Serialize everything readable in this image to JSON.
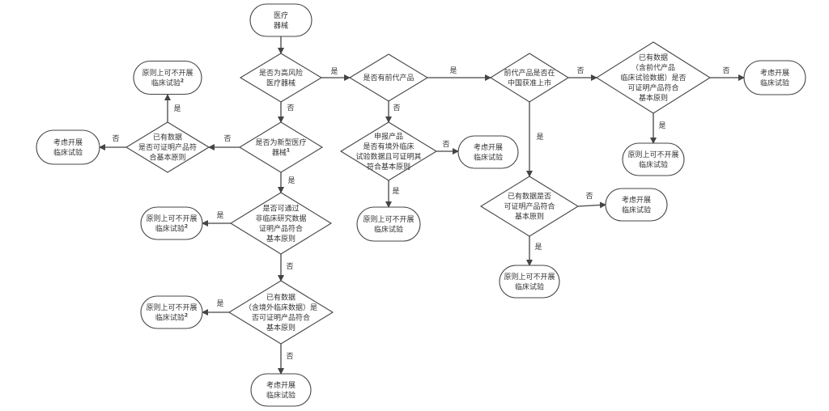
{
  "labels": {
    "yes": "是",
    "no": "否"
  },
  "nodes": {
    "start": {
      "lines": [
        "医疗",
        "器械"
      ]
    },
    "high_risk": {
      "lines": [
        "是否为高风险",
        "医疗器械"
      ]
    },
    "novel": {
      "lines": [
        "是否为新型医疗",
        "器械"
      ],
      "sup": "1"
    },
    "existing_data_left": {
      "lines": [
        "已有数据",
        "是否可证明产品符",
        "合基本原则"
      ]
    },
    "no_trial_left_top": {
      "lines": [
        "原则上可不开展",
        "临床试验"
      ],
      "sup": "2"
    },
    "trial_left": {
      "lines": [
        "考虑开展",
        "临床试验"
      ]
    },
    "nonclinical": {
      "lines": [
        "是否可通过",
        "非临床研究数据",
        "证明产品符合",
        "基本原则"
      ]
    },
    "no_trial_nonclinical": {
      "lines": [
        "原则上可不开展",
        "临床试验"
      ],
      "sup": "2"
    },
    "overseas_data": {
      "lines": [
        "已有数据",
        "（含境外临床数据）是",
        "否可证明产品符合",
        "基本原则"
      ]
    },
    "no_trial_overseas": {
      "lines": [
        "原则上可不开展",
        "临床试验"
      ],
      "sup": "2"
    },
    "trial_bottom": {
      "lines": [
        "考虑开展",
        "临床试验"
      ]
    },
    "predecessor": {
      "lines": [
        "是否有前代产品"
      ]
    },
    "declared_overseas": {
      "lines": [
        "申报产品",
        "是否有境外临床",
        "试验数据且可证明其",
        "符合基本原则"
      ]
    },
    "trial_declared": {
      "lines": [
        "考虑开展",
        "临床试验"
      ]
    },
    "no_trial_declared": {
      "lines": [
        "原则上可不开展",
        "临床试验"
      ]
    },
    "pred_approved_cn": {
      "lines": [
        "前代产品是否在",
        "中国获准上市"
      ]
    },
    "pred_data": {
      "lines": [
        "已有数据",
        "（含前代产品",
        "临床试验数据）是否",
        "可证明产品符合",
        "基本原则"
      ]
    },
    "trial_pred": {
      "lines": [
        "考虑开展",
        "临床试验"
      ]
    },
    "no_trial_pred": {
      "lines": [
        "原则上可不开展",
        "临床试验"
      ]
    },
    "existing_data_cn": {
      "lines": [
        "已有数据是否",
        "可证明产品符合",
        "基本原则"
      ]
    },
    "trial_cn": {
      "lines": [
        "考虑开展",
        "临床试验"
      ]
    },
    "no_trial_cn": {
      "lines": [
        "原则上可不开展",
        "临床试验"
      ]
    }
  }
}
